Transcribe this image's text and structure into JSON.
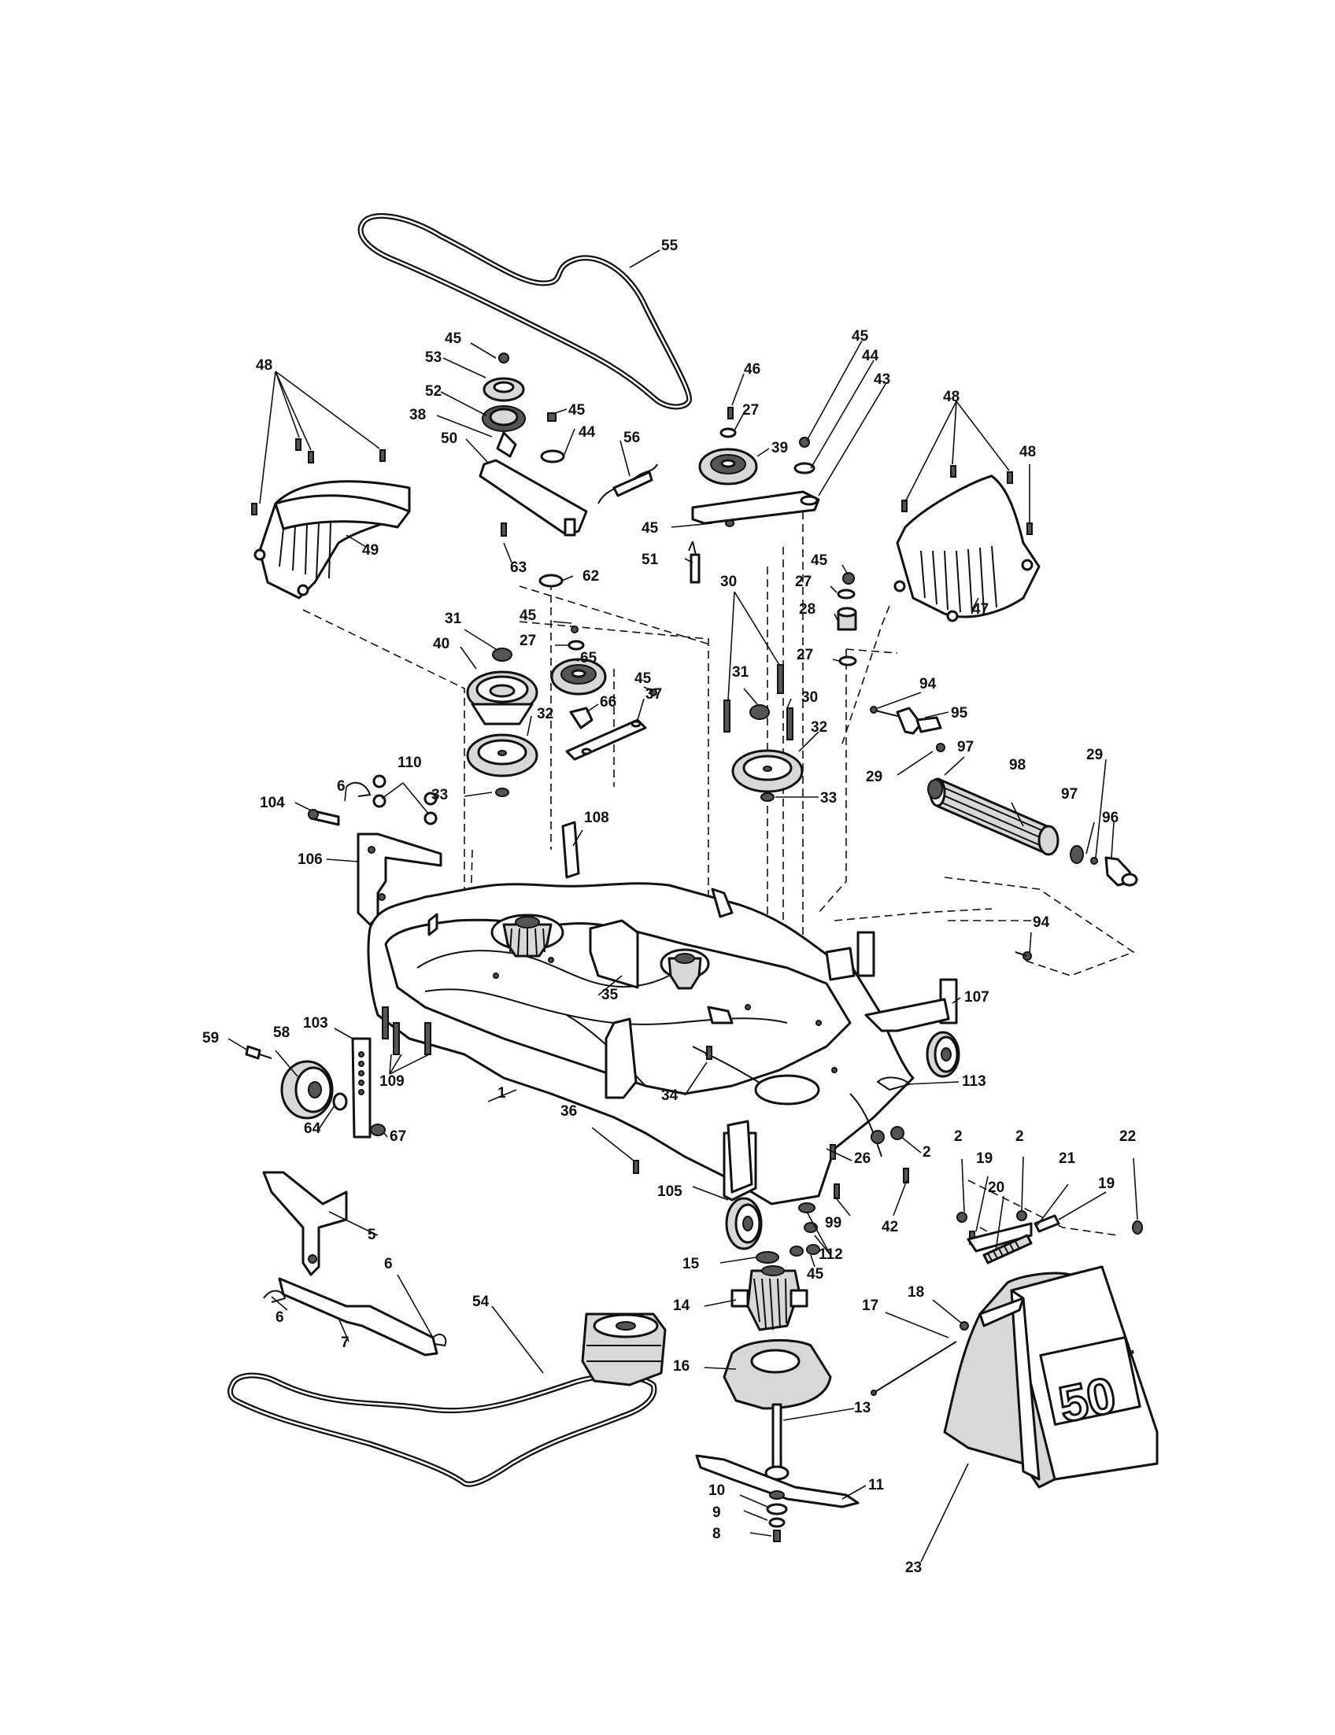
{
  "diagram": {
    "badge_text": "50",
    "badge_mark": "\"",
    "callouts": [
      {
        "id": "c55",
        "text": "55"
      },
      {
        "id": "c45a",
        "text": "45"
      },
      {
        "id": "c53",
        "text": "53"
      },
      {
        "id": "c52",
        "text": "52"
      },
      {
        "id": "c38",
        "text": "38"
      },
      {
        "id": "c50",
        "text": "50"
      },
      {
        "id": "c45b",
        "text": "45"
      },
      {
        "id": "c44a",
        "text": "44"
      },
      {
        "id": "c56",
        "text": "56"
      },
      {
        "id": "c63",
        "text": "63"
      },
      {
        "id": "c62",
        "text": "62"
      },
      {
        "id": "c48a",
        "text": "48"
      },
      {
        "id": "c49",
        "text": "49"
      },
      {
        "id": "c46",
        "text": "46"
      },
      {
        "id": "c27a",
        "text": "27"
      },
      {
        "id": "c39",
        "text": "39"
      },
      {
        "id": "c45c",
        "text": "45"
      },
      {
        "id": "c44b",
        "text": "44"
      },
      {
        "id": "c43",
        "text": "43"
      },
      {
        "id": "c45d",
        "text": "45"
      },
      {
        "id": "c51",
        "text": "51"
      },
      {
        "id": "c48b",
        "text": "48"
      },
      {
        "id": "c48c",
        "text": "48"
      },
      {
        "id": "c47",
        "text": "47"
      },
      {
        "id": "c45e",
        "text": "45"
      },
      {
        "id": "c27b",
        "text": "27"
      },
      {
        "id": "c28",
        "text": "28"
      },
      {
        "id": "c27c",
        "text": "27"
      },
      {
        "id": "c30a",
        "text": "30"
      },
      {
        "id": "c31a",
        "text": "31"
      },
      {
        "id": "c40",
        "text": "40"
      },
      {
        "id": "c45f",
        "text": "45"
      },
      {
        "id": "c27d",
        "text": "27"
      },
      {
        "id": "c65",
        "text": "65"
      },
      {
        "id": "c66",
        "text": "66"
      },
      {
        "id": "c45g",
        "text": "45"
      },
      {
        "id": "c37",
        "text": "37"
      },
      {
        "id": "c32a",
        "text": "32"
      },
      {
        "id": "c33a",
        "text": "33"
      },
      {
        "id": "c31b",
        "text": "31"
      },
      {
        "id": "c30b",
        "text": "30"
      },
      {
        "id": "c32b",
        "text": "32"
      },
      {
        "id": "c33b",
        "text": "33"
      },
      {
        "id": "c94a",
        "text": "94"
      },
      {
        "id": "c95",
        "text": "95"
      },
      {
        "id": "c29a",
        "text": "29"
      },
      {
        "id": "c97a",
        "text": "97"
      },
      {
        "id": "c98",
        "text": "98"
      },
      {
        "id": "c29b",
        "text": "29"
      },
      {
        "id": "c97b",
        "text": "97"
      },
      {
        "id": "c96",
        "text": "96"
      },
      {
        "id": "c110",
        "text": "110"
      },
      {
        "id": "c6a",
        "text": "6"
      },
      {
        "id": "c104",
        "text": "104"
      },
      {
        "id": "c106",
        "text": "106"
      },
      {
        "id": "c108",
        "text": "108"
      },
      {
        "id": "c94b",
        "text": "94"
      },
      {
        "id": "c107",
        "text": "107"
      },
      {
        "id": "c35",
        "text": "35"
      },
      {
        "id": "c103",
        "text": "103"
      },
      {
        "id": "c59",
        "text": "59"
      },
      {
        "id": "c58",
        "text": "58"
      },
      {
        "id": "c109",
        "text": "109"
      },
      {
        "id": "c1",
        "text": "1"
      },
      {
        "id": "c34",
        "text": "34"
      },
      {
        "id": "c113",
        "text": "113"
      },
      {
        "id": "c64",
        "text": "64"
      },
      {
        "id": "c67",
        "text": "67"
      },
      {
        "id": "c36",
        "text": "36"
      },
      {
        "id": "c26",
        "text": "26"
      },
      {
        "id": "c2a",
        "text": "2"
      },
      {
        "id": "c2b",
        "text": "2"
      },
      {
        "id": "c2c",
        "text": "2"
      },
      {
        "id": "c22",
        "text": "22"
      },
      {
        "id": "c19a",
        "text": "19"
      },
      {
        "id": "c21",
        "text": "21"
      },
      {
        "id": "c20",
        "text": "20"
      },
      {
        "id": "c19b",
        "text": "19"
      },
      {
        "id": "c105",
        "text": "105"
      },
      {
        "id": "c99",
        "text": "99"
      },
      {
        "id": "c42",
        "text": "42"
      },
      {
        "id": "c5",
        "text": "5"
      },
      {
        "id": "c112",
        "text": "112"
      },
      {
        "id": "c15",
        "text": "15"
      },
      {
        "id": "c45h",
        "text": "45"
      },
      {
        "id": "c6b",
        "text": "6"
      },
      {
        "id": "c6c",
        "text": "6"
      },
      {
        "id": "c7",
        "text": "7"
      },
      {
        "id": "c54",
        "text": "54"
      },
      {
        "id": "c14",
        "text": "14"
      },
      {
        "id": "c18",
        "text": "18"
      },
      {
        "id": "c17",
        "text": "17"
      },
      {
        "id": "c16",
        "text": "16"
      },
      {
        "id": "c13",
        "text": "13"
      },
      {
        "id": "c11",
        "text": "11"
      },
      {
        "id": "c10",
        "text": "10"
      },
      {
        "id": "c9",
        "text": "9"
      },
      {
        "id": "c8",
        "text": "8"
      },
      {
        "id": "c23",
        "text": "23"
      }
    ]
  }
}
